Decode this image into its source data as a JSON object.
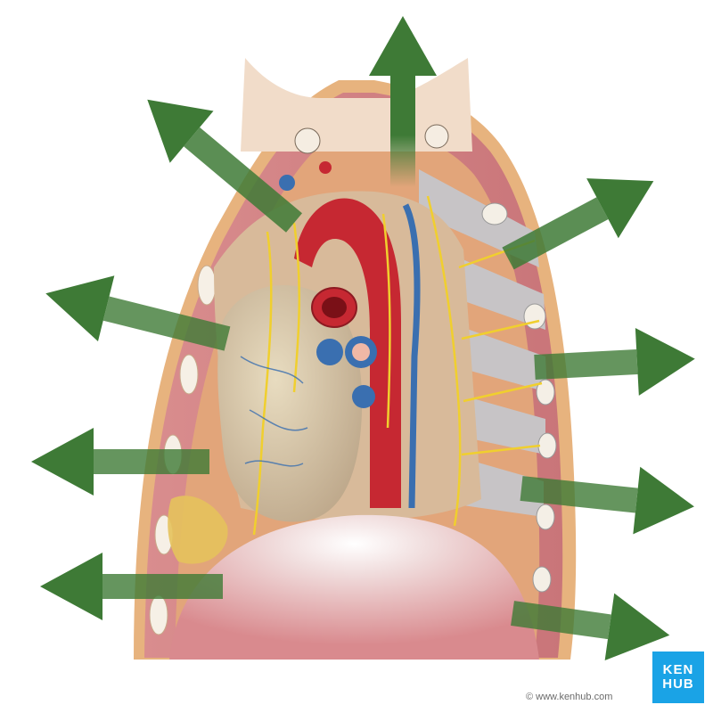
{
  "brand": {
    "logo_line1": "KEN",
    "logo_line2": "HUB",
    "logo_color": "#1aa3e6",
    "copyright": "© www.kenhub.com"
  },
  "colors": {
    "arrow": "#3e7a36",
    "muscle": "#c9757a",
    "fat": "#e8c45a",
    "artery": "#c62832",
    "vein": "#3a6fb0",
    "nerve": "#f0cf2e",
    "pericardium": "#d7c6a3",
    "diaphragm": "#e7aeb0"
  },
  "arrows": [
    {
      "direction": "up"
    },
    {
      "direction": "up-left"
    },
    {
      "direction": "up-right"
    },
    {
      "direction": "left"
    },
    {
      "direction": "right"
    },
    {
      "direction": "left"
    },
    {
      "direction": "right"
    },
    {
      "direction": "left"
    },
    {
      "direction": "right"
    }
  ]
}
